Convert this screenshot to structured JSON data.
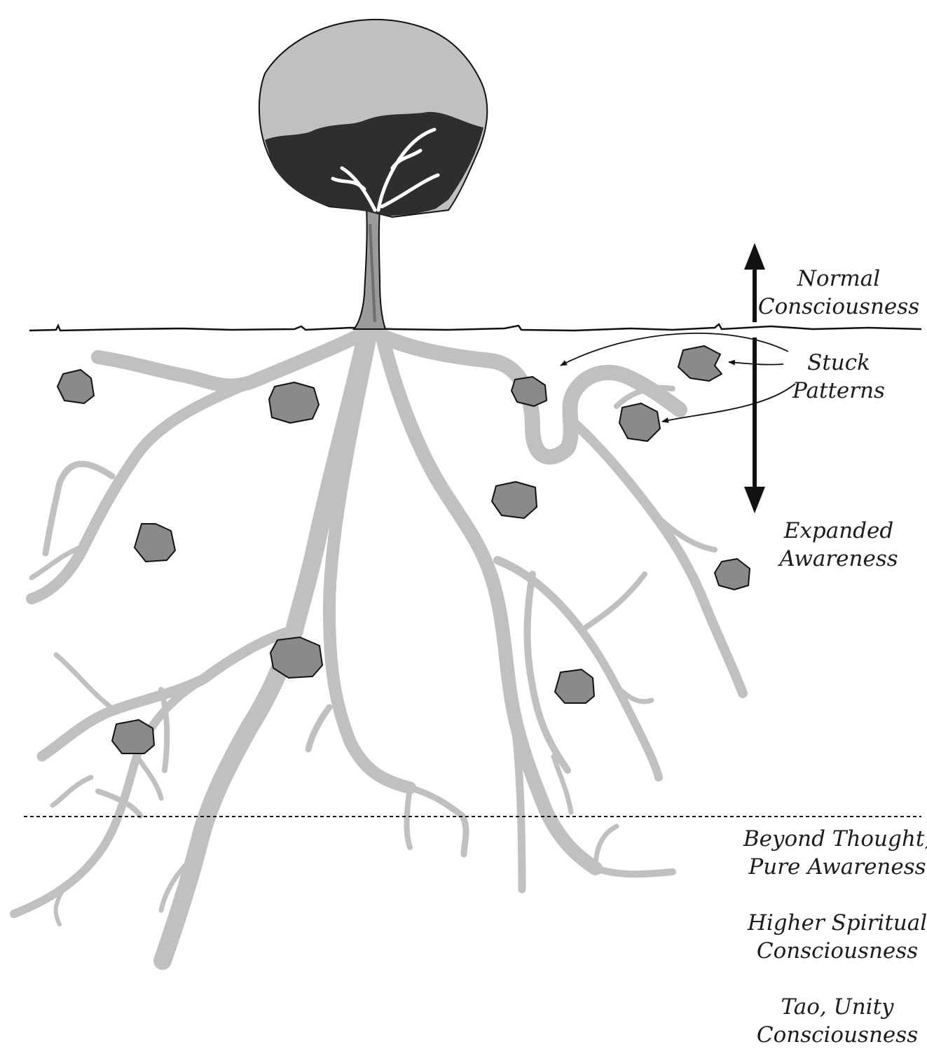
{
  "labels": {
    "normal": [
      "Normal",
      "Consciousness"
    ],
    "stuck": [
      "Stuck",
      "Patterns"
    ],
    "expanded": [
      "Expanded",
      "Awareness"
    ],
    "beyond": [
      "Beyond Thought,",
      "Pure Awareness"
    ],
    "higher": [
      "Higher Spiritual",
      "Consciousness"
    ],
    "tao": [
      "Tao, Unity",
      "Consciousness"
    ]
  },
  "colors": {
    "root": "#c0c0c0",
    "canopy": "#c0c0c0",
    "canopy_shadow": "#2e2e2e",
    "trunk": "#9a9a9a",
    "rock": "#8a8a8a",
    "ink": "#111111"
  }
}
